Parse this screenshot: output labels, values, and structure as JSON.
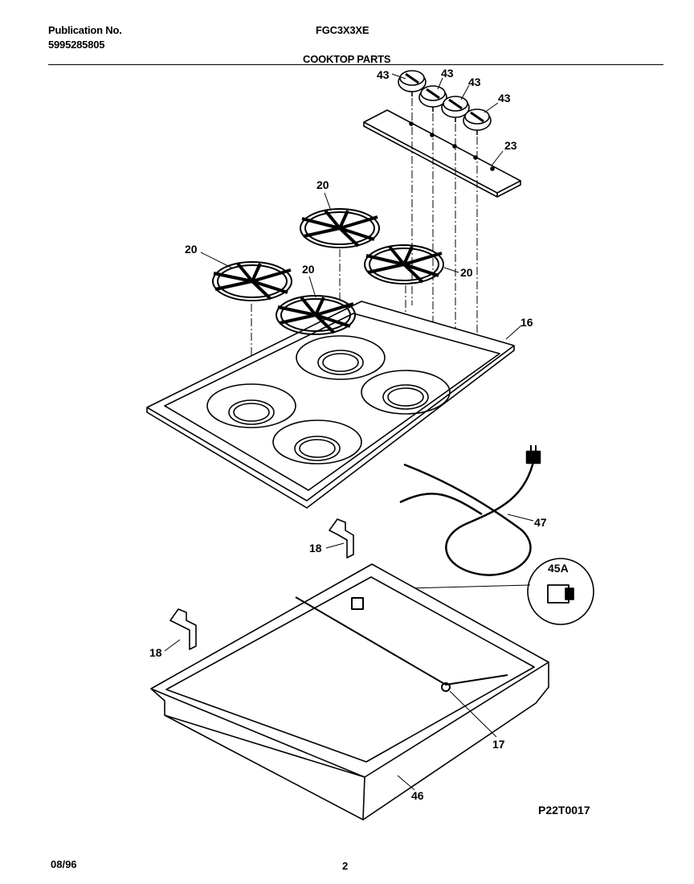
{
  "header": {
    "publication_label": "Publication No.",
    "publication_number": "5995285805",
    "model": "FGC3X3XE",
    "section_title": "COOKTOP PARTS"
  },
  "callouts": {
    "knob_1": "43",
    "knob_2": "43",
    "knob_3": "43",
    "knob_4": "43",
    "panel": "23",
    "grate_1": "20",
    "grate_2": "20",
    "grate_3": "20",
    "grate_4": "20",
    "cooktop": "16",
    "cord": "47",
    "inset_part": "45A",
    "bracket_1": "18",
    "bracket_2": "18",
    "rod": "17",
    "box": "46"
  },
  "diagram_code": "P22T0017",
  "footer": {
    "date": "08/96",
    "page": "2"
  }
}
